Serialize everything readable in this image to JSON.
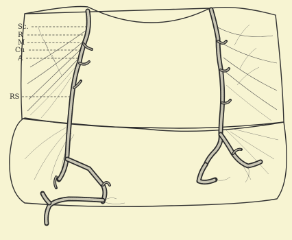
{
  "labels": {
    "sc": "Sc.",
    "r": "R",
    "m": "M",
    "cu": "Cu",
    "a": "A",
    "rs": "RS"
  },
  "colors": {
    "background": "#f7f4d2",
    "ink": "#2b2b2b"
  }
}
